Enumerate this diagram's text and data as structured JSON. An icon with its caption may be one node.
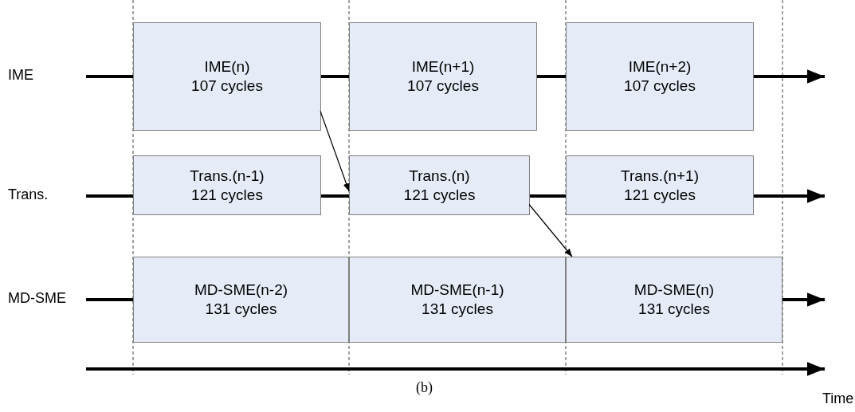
{
  "diagram": {
    "nodes": [
      {
        "text": [
          "IME(n)",
          "107 cycles"
        ]
      },
      {
        "text": [
          "IME(n+1)",
          "107 cycles"
        ]
      },
      {
        "text": [
          "IME(n+2)",
          "107 cycles"
        ]
      },
      {
        "text": [
          "Trans.(n-1)",
          "121 cycles"
        ]
      },
      {
        "text": [
          "Trans.(n)",
          "121 cycles"
        ]
      },
      {
        "text": [
          "Trans.(n+1)",
          "121 cycles"
        ]
      },
      {
        "text": [
          "MD-SME(n-2)",
          "131 cycles"
        ]
      },
      {
        "text": [
          "MD-SME(n-1)",
          "131 cycles"
        ]
      },
      {
        "text": [
          "MD-SME(n)",
          "131 cycles"
        ]
      }
    ],
    "edges": [
      {
        "from": 0,
        "to": 4,
        "arrow": "to"
      },
      {
        "from": 4,
        "to": 8,
        "arrow": "to"
      }
    ],
    "labels": [
      "IME",
      "Trans.",
      "MD-SME",
      "(b)",
      "Time"
    ]
  }
}
